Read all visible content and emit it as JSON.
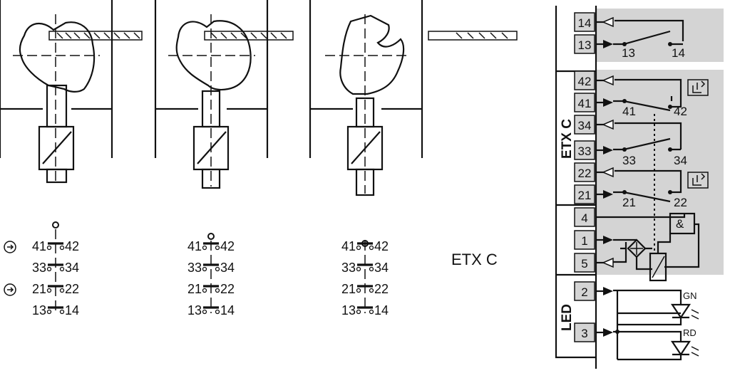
{
  "product_label": "ETX   C",
  "panel": {
    "group_etx": "ETX C",
    "group_led": "LED",
    "terminals": [
      "14",
      "13",
      "42",
      "41",
      "34",
      "33",
      "22",
      "21",
      "4",
      "1",
      "5",
      "2",
      "3"
    ],
    "contact_labels": [
      "13",
      "14",
      "41",
      "42",
      "33",
      "34",
      "21",
      "22"
    ],
    "logic_label": "&",
    "led_labels": [
      "GN",
      "RD"
    ]
  },
  "diagrams": [
    {
      "rows": [
        {
          "left": "41",
          "right": "42",
          "arrow": true
        },
        {
          "left": "33",
          "right": "34",
          "arrow": false
        },
        {
          "left": "21",
          "right": "22",
          "arrow": true
        },
        {
          "left": "13",
          "right": "14",
          "arrow": false
        }
      ]
    },
    {
      "rows": [
        {
          "left": "41",
          "right": "42",
          "arrow": false
        },
        {
          "left": "33",
          "right": "34",
          "arrow": false
        },
        {
          "left": "21",
          "right": "22",
          "arrow": false
        },
        {
          "left": "13",
          "right": "14",
          "arrow": false
        }
      ]
    },
    {
      "rows": [
        {
          "left": "41",
          "right": "42",
          "arrow": false
        },
        {
          "left": "33",
          "right": "34",
          "arrow": false
        },
        {
          "left": "21",
          "right": "22",
          "arrow": false
        },
        {
          "left": "13",
          "right": "14",
          "arrow": false
        }
      ]
    }
  ]
}
